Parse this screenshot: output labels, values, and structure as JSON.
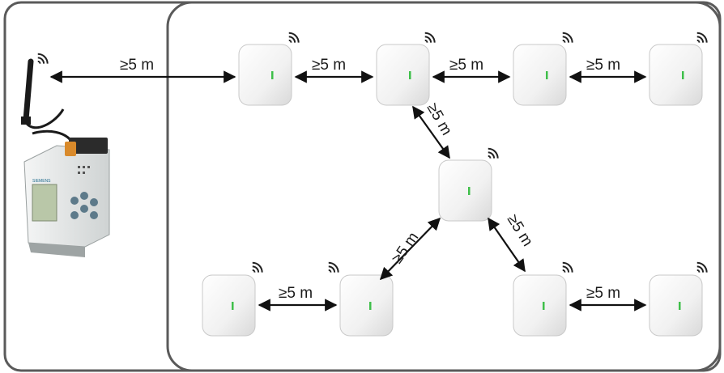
{
  "distance_labels": {
    "gateway_to_ap1": "≥5 m",
    "ap1_to_ap2": "≥5 m",
    "ap2_to_ap3": "≥5 m",
    "ap3_to_ap4": "≥5 m",
    "ap2_to_center": "≥5 m",
    "center_to_ap6": "≥5 m",
    "center_to_ap7": "≥5 m",
    "ap5_to_ap6": "≥5 m",
    "ap7_to_ap8": "≥5 m"
  },
  "device": {
    "brand_text": "SIEMENS"
  },
  "colors": {
    "frame": "#5a5a5a",
    "ap_body": "#f2f2f2",
    "ap_led": "#3fbf4a",
    "arrow": "#111111",
    "antenna": "#1a1a1a",
    "device_body": "#e6e8e8",
    "display": "#b9c7a8",
    "connector": "#d98a2b"
  },
  "icons": [
    "wifi-signal-icon",
    "antenna-icon",
    "arrow-icon",
    "access-point-icon",
    "controller-device-icon"
  ]
}
